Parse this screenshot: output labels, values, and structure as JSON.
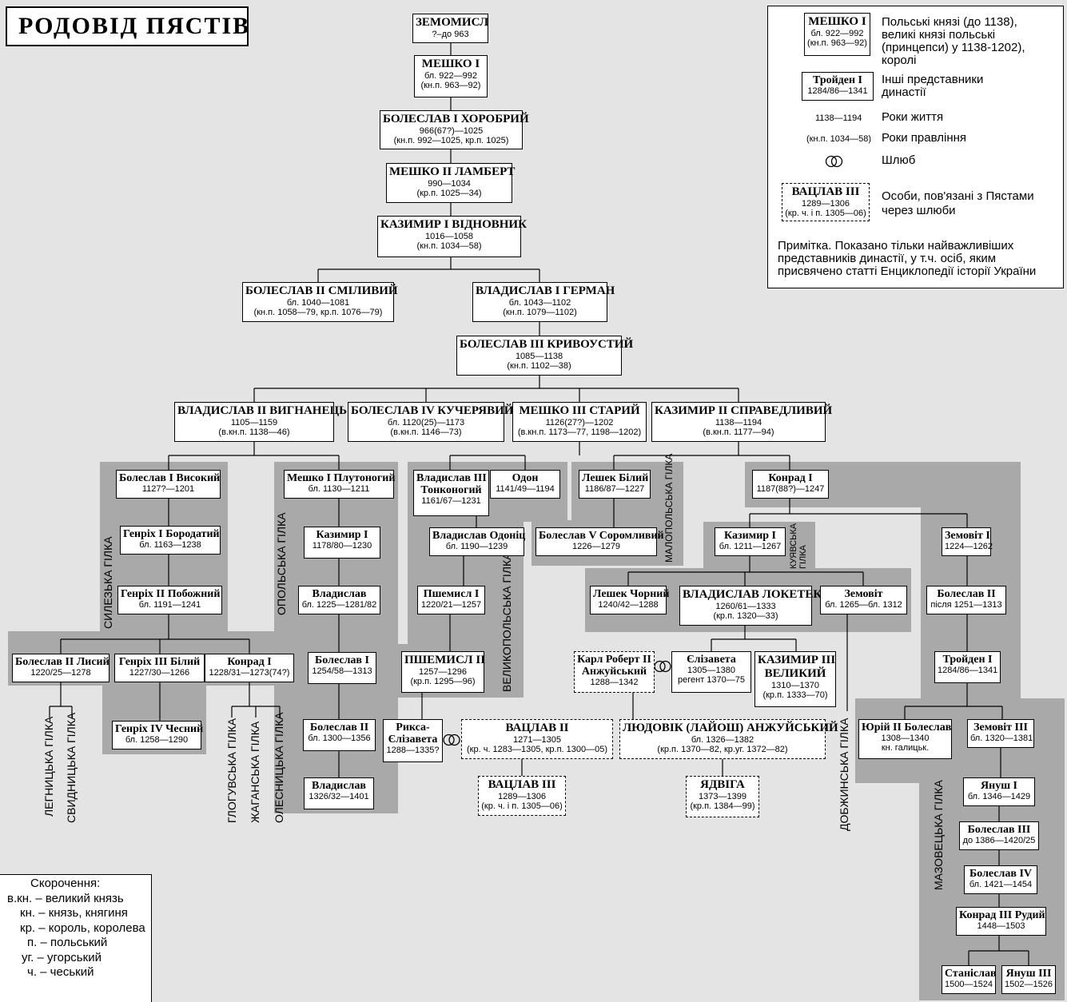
{
  "title": "РОДОВІД ПЯСТІВ",
  "persons": [
    {
      "id": "zemomysl",
      "name": [
        "ЗЕМОМИСЛ"
      ],
      "lines": [
        "?–до 963"
      ],
      "style": "solid",
      "big": true
    },
    {
      "id": "mieszko1",
      "name": [
        "МЕШКО І"
      ],
      "lines": [
        "бл. 922—992",
        "(кн.п. 963—92)"
      ],
      "style": "solid",
      "big": true
    },
    {
      "id": "boleslaw1",
      "name": [
        "БОЛЕСЛАВ І ХОРОБРИЙ"
      ],
      "lines": [
        "966(67?)—1025",
        "(кн.п. 992—1025, кр.п. 1025)"
      ],
      "style": "solid",
      "big": true
    },
    {
      "id": "mieszko2",
      "name": [
        "МЕШКО ІІ ЛАМБЕРТ"
      ],
      "lines": [
        "990—1034",
        "(кр.п. 1025—34)"
      ],
      "style": "solid",
      "big": true
    },
    {
      "id": "kazimierz1",
      "name": [
        "КАЗИМИР І ВІДНОВНИК"
      ],
      "lines": [
        "1016—1058",
        "(кн.п. 1034—58)"
      ],
      "style": "solid",
      "big": true
    },
    {
      "id": "boleslaw2",
      "name": [
        "БОЛЕСЛАВ ІІ СМІЛИВИЙ"
      ],
      "lines": [
        "бл. 1040—1081",
        "(кн.п. 1058—79, кр.п. 1076—79)"
      ],
      "style": "solid",
      "big": true
    },
    {
      "id": "wladyslaw1",
      "name": [
        "ВЛАДИСЛАВ І ГЕРМАН"
      ],
      "lines": [
        "бл. 1043—1102",
        "(кн.п. 1079—1102)"
      ],
      "style": "solid",
      "big": true
    },
    {
      "id": "boleslaw3",
      "name": [
        "БОЛЕСЛАВ ІІІ КРИВОУСТИЙ"
      ],
      "lines": [
        "1085—1138",
        "(кн.п. 1102—38)"
      ],
      "style": "solid",
      "big": true
    },
    {
      "id": "wladyslaw2",
      "name": [
        "ВЛАДИСЛАВ ІІ ВИГНАНЕЦЬ"
      ],
      "lines": [
        "1105—1159",
        "(в.кн.п. 1138—46)"
      ],
      "style": "solid",
      "big": true
    },
    {
      "id": "boleslaw4",
      "name": [
        "БОЛЕСЛАВ IV КУЧЕРЯВИЙ"
      ],
      "lines": [
        "бл. 1120(25)—1173",
        "(в.кн.п. 1146—73)"
      ],
      "style": "solid",
      "big": true
    },
    {
      "id": "mieszko3",
      "name": [
        "МЕШКО ІІІ СТАРИЙ"
      ],
      "lines": [
        "1126(27?)—1202",
        "(в.кн.п. 1173—77, 1198—1202)"
      ],
      "style": "solid",
      "big": true
    },
    {
      "id": "kazimierz2",
      "name": [
        "КАЗИМИР ІІ СПРАВЕДЛИВИЙ"
      ],
      "lines": [
        "1138—1194",
        "(в.кн.п. 1177—94)"
      ],
      "style": "solid",
      "big": true
    },
    {
      "id": "bol1wys",
      "name": [
        "Болеслав І Високий"
      ],
      "lines": [
        "1127?—1201"
      ],
      "style": "solid"
    },
    {
      "id": "henryk1",
      "name": [
        "Генріх І Бородатий"
      ],
      "lines": [
        "бл. 1163—1238"
      ],
      "style": "solid"
    },
    {
      "id": "henryk2",
      "name": [
        "Генріх ІІ Побожний"
      ],
      "lines": [
        "бл. 1191—1241"
      ],
      "style": "solid"
    },
    {
      "id": "bol2lys",
      "name": [
        "Болеслав ІІ Лисий"
      ],
      "lines": [
        "1220/25—1278"
      ],
      "style": "solid"
    },
    {
      "id": "henryk3",
      "name": [
        "Генріх ІІІ Білий"
      ],
      "lines": [
        "1227/30—1266"
      ],
      "style": "solid"
    },
    {
      "id": "konrad1g",
      "name": [
        "Конрад І"
      ],
      "lines": [
        "1228/31—1273(74?)"
      ],
      "style": "solid"
    },
    {
      "id": "henryk4",
      "name": [
        "Генріх IV Чесний"
      ],
      "lines": [
        "бл. 1258—1290"
      ],
      "style": "solid"
    },
    {
      "id": "mieszko1pl",
      "name": [
        "Мешко І Плутоногий"
      ],
      "lines": [
        "бл. 1130—1211"
      ],
      "style": "solid"
    },
    {
      "id": "kaz1op",
      "name": [
        "Казимир І"
      ],
      "lines": [
        "1178/80—1230"
      ],
      "style": "solid"
    },
    {
      "id": "wlad_op",
      "name": [
        "Владислав"
      ],
      "lines": [
        "бл. 1225—1281/82"
      ],
      "style": "solid"
    },
    {
      "id": "bol1op",
      "name": [
        "Болеслав І"
      ],
      "lines": [
        "1254/58—1313"
      ],
      "style": "solid"
    },
    {
      "id": "bol2op",
      "name": [
        "Болеслав ІІ"
      ],
      "lines": [
        "бл. 1300—1356"
      ],
      "style": "solid"
    },
    {
      "id": "wlad_op2",
      "name": [
        "Владислав"
      ],
      "lines": [
        "1326/32—1401"
      ],
      "style": "solid"
    },
    {
      "id": "wlad3t",
      "name": [
        "Владислав ІІІ",
        "Тонконогий"
      ],
      "lines": [
        "1161/67—1231"
      ],
      "style": "solid"
    },
    {
      "id": "odon",
      "name": [
        "Одон"
      ],
      "lines": [
        "1141/49—1194"
      ],
      "style": "solid"
    },
    {
      "id": "wlodon",
      "name": [
        "Владислав Одоніц"
      ],
      "lines": [
        "бл. 1190—1239"
      ],
      "style": "solid"
    },
    {
      "id": "przem1",
      "name": [
        "Пшемисл І"
      ],
      "lines": [
        "1220/21—1257"
      ],
      "style": "solid"
    },
    {
      "id": "przem2",
      "name": [
        "ПШЕМИСЛ ІІ"
      ],
      "lines": [
        "1257—1296",
        "(кр.п. 1295—96)"
      ],
      "style": "solid",
      "big": true
    },
    {
      "id": "rycheza",
      "name": [
        "Рикса-",
        "Єлізавета"
      ],
      "lines": [
        "1288—1335?"
      ],
      "style": "solid"
    },
    {
      "id": "wenc2",
      "name": [
        "ВАЦЛАВ ІІ"
      ],
      "lines": [
        "1271—1305",
        "(кр. ч. 1283—1305, кр.п. 1300—05)"
      ],
      "style": "dashed",
      "big": true
    },
    {
      "id": "wenc3",
      "name": [
        "ВАЦЛАВ ІІІ"
      ],
      "lines": [
        "1289—1306",
        "(кр. ч. і п. 1305—06)"
      ],
      "style": "dashed",
      "big": true
    },
    {
      "id": "leszekb",
      "name": [
        "Лешек Білий"
      ],
      "lines": [
        "1186/87—1227"
      ],
      "style": "solid"
    },
    {
      "id": "bol5",
      "name": [
        "Болеслав V Соромливий"
      ],
      "lines": [
        "1226—1279"
      ],
      "style": "solid"
    },
    {
      "id": "konrad1",
      "name": [
        "Конрад І"
      ],
      "lines": [
        "1187(88?)—1247"
      ],
      "style": "solid"
    },
    {
      "id": "kaz1k",
      "name": [
        "Казимир І"
      ],
      "lines": [
        "бл. 1211—1267"
      ],
      "style": "solid"
    },
    {
      "id": "leszekc",
      "name": [
        "Лешек Чорний"
      ],
      "lines": [
        "1240/42—1288"
      ],
      "style": "solid"
    },
    {
      "id": "lokietek",
      "name": [
        "ВЛАДИСЛАВ ЛОКЕТЕК"
      ],
      "lines": [
        "1260/61—1333",
        "(кр.п. 1320—33)"
      ],
      "style": "solid",
      "big": true
    },
    {
      "id": "ziemdob",
      "name": [
        "Земовіт"
      ],
      "lines": [
        "бл. 1265—бл. 1312"
      ],
      "style": "solid"
    },
    {
      "id": "karol",
      "name": [
        "Карл Роберт ІІ",
        "Анжуйський"
      ],
      "lines": [
        "1288—1342"
      ],
      "style": "dashed"
    },
    {
      "id": "elzb",
      "name": [
        "Єлізавета"
      ],
      "lines": [
        "1305—1380",
        "регент 1370—75"
      ],
      "style": "solid"
    },
    {
      "id": "kaz3",
      "name": [
        "КАЗИМИР ІІІ",
        "ВЕЛИКИЙ"
      ],
      "lines": [
        "1310—1370",
        "(кр.п. 1333—70)"
      ],
      "style": "solid",
      "big": true
    },
    {
      "id": "ludwik",
      "name": [
        "ЛЮДОВІК (ЛАЙОШ) АНЖУЙСЬКИЙ"
      ],
      "lines": [
        "бл. 1326—1382",
        "(кр.п. 1370—82, кр.уг. 1372—82)"
      ],
      "style": "dashed",
      "big": true
    },
    {
      "id": "jadwiga",
      "name": [
        "ЯДВІГА"
      ],
      "lines": [
        "1373—1399",
        "(кр.п. 1384—99)"
      ],
      "style": "dashed",
      "big": true
    },
    {
      "id": "ziem1",
      "name": [
        "Земовіт І"
      ],
      "lines": [
        "1224—1262"
      ],
      "style": "solid"
    },
    {
      "id": "bol2m",
      "name": [
        "Болеслав ІІ"
      ],
      "lines": [
        "після 1251—1313"
      ],
      "style": "solid"
    },
    {
      "id": "trojden1",
      "name": [
        "Тройден І"
      ],
      "lines": [
        "1284/86—1341"
      ],
      "style": "solid"
    },
    {
      "id": "yuri2",
      "name": [
        "Юрій ІІ Болеслав"
      ],
      "lines": [
        "1308—1340",
        "кн. галицьк."
      ],
      "style": "solid"
    },
    {
      "id": "ziem3",
      "name": [
        "Земовіт ІІІ"
      ],
      "lines": [
        "бл. 1320—1381"
      ],
      "style": "solid"
    },
    {
      "id": "janusz1",
      "name": [
        "Януш І"
      ],
      "lines": [
        "бл. 1346—1429"
      ],
      "style": "solid"
    },
    {
      "id": "bol3m",
      "name": [
        "Болеслав ІІІ"
      ],
      "lines": [
        "до 1386—1420/25"
      ],
      "style": "solid"
    },
    {
      "id": "bol4m",
      "name": [
        "Болеслав IV"
      ],
      "lines": [
        "бл. 1421—1454"
      ],
      "style": "solid"
    },
    {
      "id": "konrad3",
      "name": [
        "Конрад ІІІ Рудий"
      ],
      "lines": [
        "1448—1503"
      ],
      "style": "solid"
    },
    {
      "id": "stanislaw",
      "name": [
        "Станіслав"
      ],
      "lines": [
        "1500—1524"
      ],
      "style": "solid"
    },
    {
      "id": "janusz3",
      "name": [
        "Януш ІІІ"
      ],
      "lines": [
        "1502—1526"
      ],
      "style": "solid"
    }
  ],
  "branch_labels": [
    {
      "id": "sil",
      "text": "СИЛЕЗЬКА ГІЛКА"
    },
    {
      "id": "opo",
      "text": "ОПОЛЬСЬКА ГІЛКА"
    },
    {
      "id": "wpl",
      "text": "ВЕЛИКОПОЛЬСЬКА ГІЛКА"
    },
    {
      "id": "mpl",
      "text": "МАЛОПОЛЬСЬКА ГІЛКА"
    },
    {
      "id": "kuj",
      "text": "КУЯВСЬКА ГІЛКА"
    },
    {
      "id": "dob",
      "text": "ДОБЖИНСЬКА ГІЛКА"
    },
    {
      "id": "maz",
      "text": "МАЗОВЕЦЬКА ГІЛКА"
    },
    {
      "id": "leg",
      "text": "ЛЕГНИЦЬКА ГІЛКА"
    },
    {
      "id": "swi",
      "text": "СВИДНИЦЬКА ГІЛКА"
    },
    {
      "id": "glo",
      "text": "ГЛОГУВСЬКА ГІЛКА"
    },
    {
      "id": "zag",
      "text": "ЖАГАНСЬКА ГІЛКА"
    },
    {
      "id": "ole",
      "text": "ОЛЕСНИЦЬКА ГІЛКА"
    }
  ],
  "legend": {
    "items": [
      {
        "sample_name": "МЕШКО І",
        "sample_lines": [
          "бл. 922—992",
          "(кн.п. 963—92)"
        ],
        "sample_style": "solid",
        "text": [
          "Польські князі (до 1138),",
          "великі князі польські",
          "(принцепси) у 1138-1202),",
          "королі"
        ]
      },
      {
        "sample_name": "Тройден І",
        "sample_lines": [
          "1284/86—1341"
        ],
        "sample_style": "solid",
        "text": [
          "Інші представники",
          "династії"
        ]
      },
      {
        "sample_text": "1138—1194",
        "text": [
          "Роки життя"
        ]
      },
      {
        "sample_text": "(кн.п. 1034—58)",
        "text": [
          "Роки правління"
        ]
      },
      {
        "sample_icon": "marriage-rings-icon",
        "text": [
          "Шлюб"
        ]
      },
      {
        "sample_name": "ВАЦЛАВ ІІІ",
        "sample_lines": [
          "1289—1306",
          "(кр. ч. і п. 1305—06)"
        ],
        "sample_style": "dashed",
        "text": [
          "Особи, пов'язані з Пястами",
          "через шлюби"
        ]
      }
    ],
    "note": [
      "Примітка. Показано тільки найважливіших",
      "представників династії, у т.ч. осіб, яким",
      "присвячено статті Енциклопедії історії України"
    ]
  },
  "abbreviations": {
    "title": "Скорочення:",
    "items": [
      "в.кн. – великий князь",
      "кн. – князь, княгиня",
      "кр. – король, королева",
      "п. – польський",
      "уг. – угорський",
      "ч. – чеський"
    ]
  },
  "colors": {
    "page": "#e4e4e4",
    "branch": "#a9a9a9",
    "box": "#ffffff",
    "line": "#000000"
  }
}
